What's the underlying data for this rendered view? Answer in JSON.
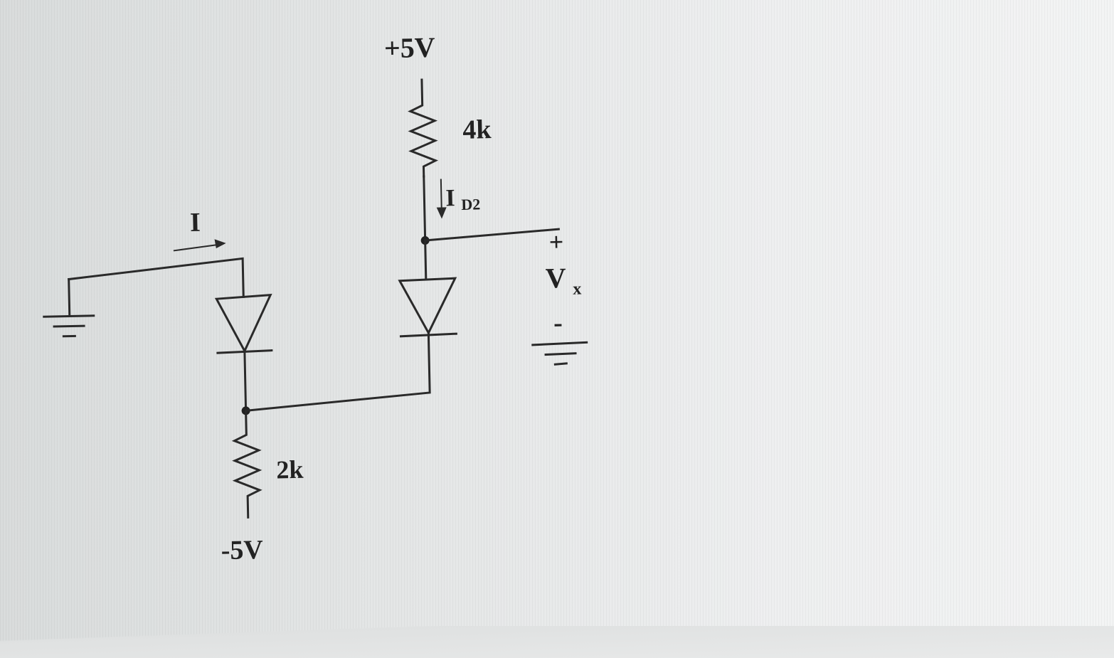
{
  "diagram": {
    "supply_top": "+5V",
    "supply_bottom": "-5V",
    "resistor_top_value": "4k",
    "resistor_bottom_value": "2k",
    "current_left": "I",
    "current_d2_main": "I",
    "current_d2_sub": "D2",
    "output_plus": "+",
    "output_main": "V",
    "output_sub": "x",
    "output_minus": "-"
  }
}
